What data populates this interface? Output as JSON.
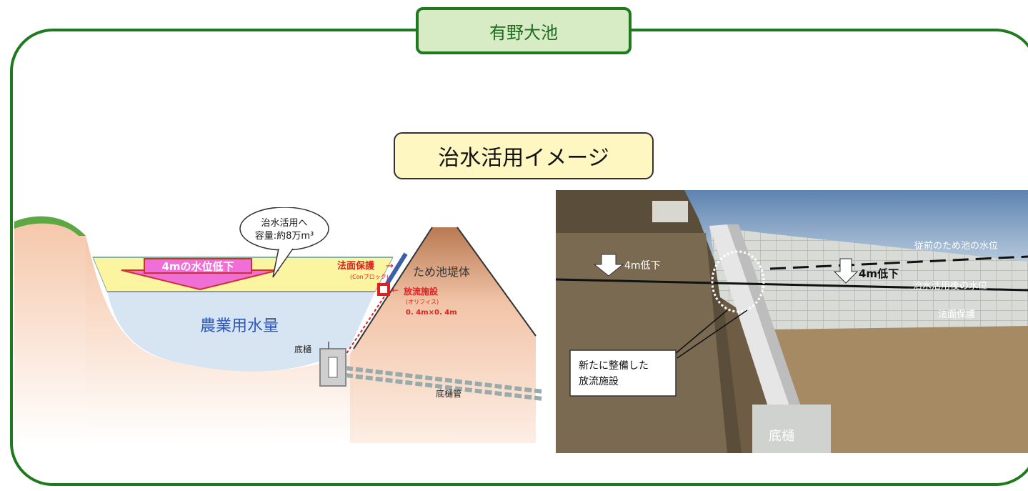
{
  "header": {
    "title": "有野大池"
  },
  "subtitle": "治水活用イメージ",
  "diagram": {
    "bubble_line1": "治水活用へ",
    "bubble_line2": "容量:約8万m³",
    "arrow_label": "4mの水位低下",
    "water_label": "農業用水量",
    "slope_label": "法面保護",
    "slope_sub": "(Conブロック)",
    "dam_label": "ため池堤体",
    "outlet_label": "放流施設",
    "outlet_sub": "(オリフィス)",
    "outlet_size": "0. 4m×0. 4m",
    "bottom_gate": "底樋",
    "bottom_pipe": "底樋管"
  },
  "photo": {
    "prev_level": "従前のため池の水位",
    "left_drop": "4m低下",
    "right_drop": "4m低下",
    "new_level": "治水活用後の水位",
    "slope": "法面保護",
    "callout_line1": "新たに整備した",
    "callout_line2": "放流施設",
    "bottom_gate": "底樋"
  },
  "colors": {
    "frame": "#1f7a1f",
    "title_bg": "#d7ebc4",
    "subtitle_bg": "#fff7c2",
    "water": "#d7e4f2",
    "flood_band": "#fbf4a0",
    "arrow": "#f06fd6",
    "red": "#e02020"
  }
}
